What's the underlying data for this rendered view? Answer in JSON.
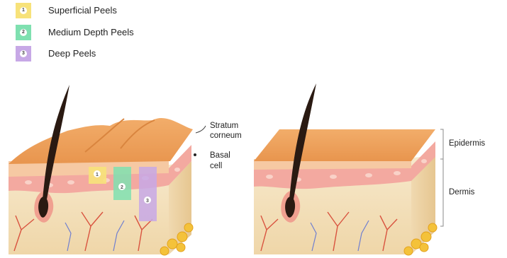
{
  "legend": [
    {
      "number": "1",
      "label": "Superficial Peels",
      "color": "#f7e27a"
    },
    {
      "number": "2",
      "label": "Medium Depth Peels",
      "color": "#7fe0b0"
    },
    {
      "number": "3",
      "label": "Deep Peels",
      "color": "#c7a8e6"
    }
  ],
  "left_labels": {
    "stratum": [
      "Stratum",
      "corneum"
    ],
    "basal": [
      "Basal",
      "cell"
    ]
  },
  "right_labels": {
    "epidermis": "Epidermis",
    "dermis": "Dermis"
  },
  "markers": [
    "1",
    "2",
    "3"
  ],
  "colors": {
    "epidermis_top": "#f0a660",
    "epidermis_side": "#f6c9a3",
    "dermis": "#f5e3c0",
    "basal_layer": "#f3a9a0",
    "hair": "#2a1a12",
    "fat": "#f4c23a"
  }
}
